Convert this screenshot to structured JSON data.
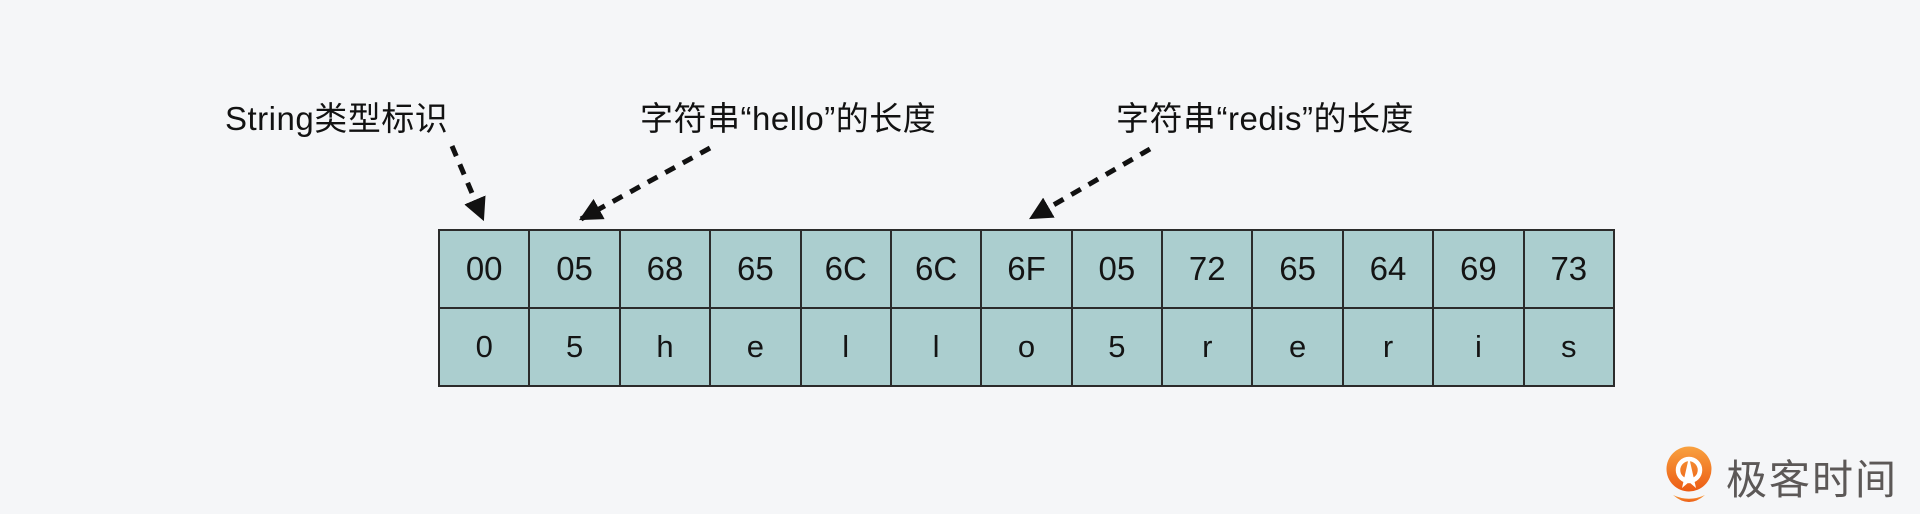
{
  "colors": {
    "background": "#f5f6f8",
    "cell_fill": "#abcecf",
    "table_border": "#2b2b2b",
    "arrow": "#111111",
    "logo_orange_top": "#f8a13f",
    "logo_orange_bottom": "#ec5b13",
    "logo_text_color": "#5c5857"
  },
  "annotations": {
    "string_type_label": "String类型标识",
    "hello_length_label": "字符串“hello”的长度",
    "redis_length_label": "字符串“redis”的长度"
  },
  "table": {
    "hex_row": [
      "00",
      "05",
      "68",
      "65",
      "6C",
      "6C",
      "6F",
      "05",
      "72",
      "65",
      "64",
      "69",
      "73"
    ],
    "char_row": [
      "0",
      "5",
      "h",
      "e",
      "l",
      "l",
      "o",
      "5",
      "r",
      "e",
      "r",
      "i",
      "s"
    ]
  },
  "logo": {
    "text": "极客时间"
  }
}
